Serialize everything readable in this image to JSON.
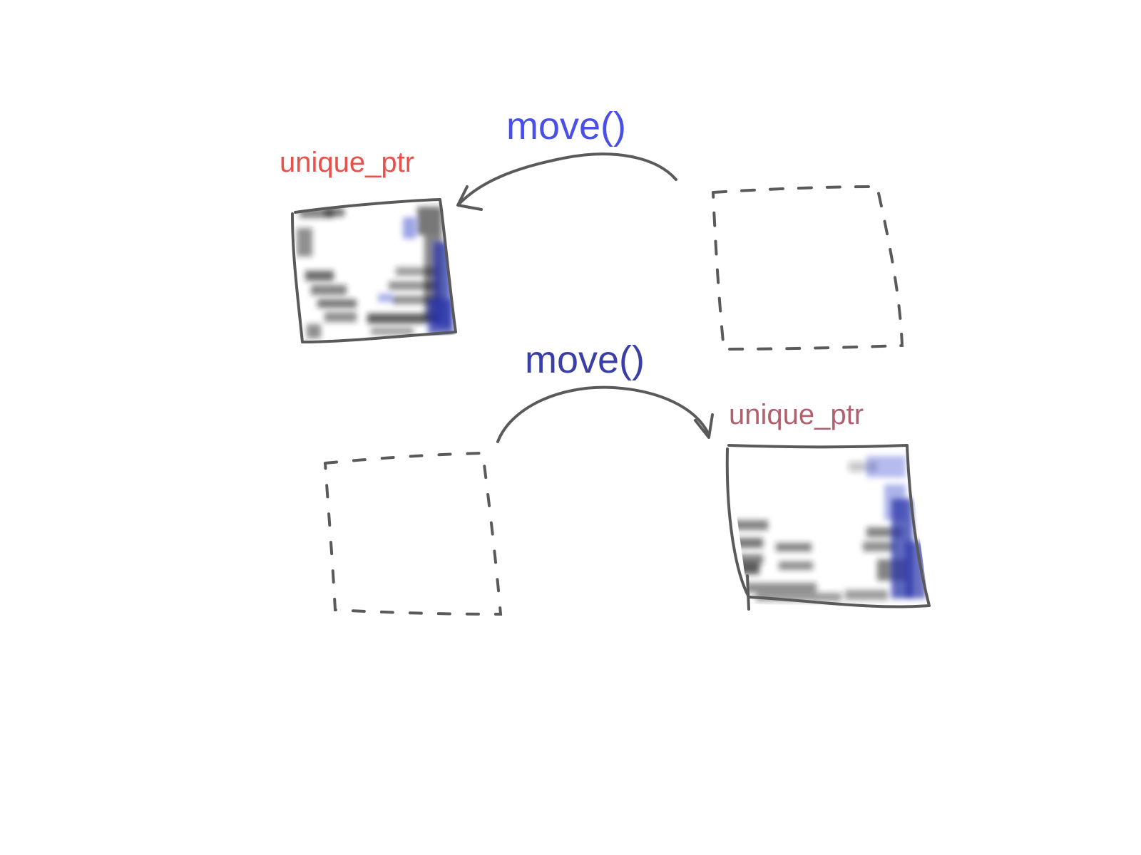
{
  "colors": {
    "stroke": "#5a5a5a",
    "ink_dark": "#1e1e1e",
    "ink_blue": "#2a34a8",
    "ink_blue_light": "#5a68d6",
    "ptr_label_top": "#e8504a",
    "ptr_label_bottom": "#b0606e",
    "move_label_top": "#4a4fe6",
    "move_label_bottom": "#3a3fa6"
  },
  "labels": {
    "top_ptr": "unique_ptr",
    "top_move": "move()",
    "bottom_move": "move()",
    "bottom_ptr": "unique_ptr"
  }
}
